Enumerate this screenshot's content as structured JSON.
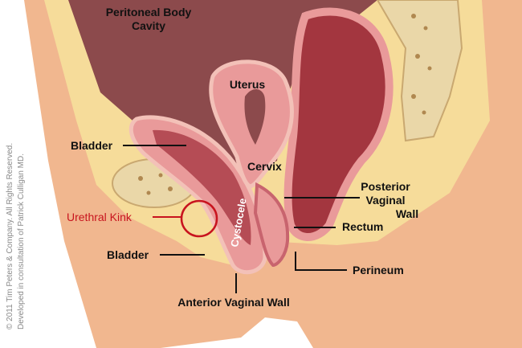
{
  "labels": {
    "peritoneal_line1": "Peritoneal Body",
    "peritoneal_line2": "Cavity",
    "uterus": "Uterus",
    "bladder_upper": "Bladder",
    "cervix": "Cervix",
    "posterior_line1": "Posterior",
    "posterior_line2": "Vaginal",
    "posterior_line3": "Wall",
    "urethral_kink": "Urethral Kink",
    "cystocele": "Cystocele",
    "rectum": "Rectum",
    "bladder_lower": "Bladder",
    "perineum": "Perineum",
    "anterior_vaginal_wall": "Anterior Vaginal Wall"
  },
  "credit": {
    "line1": "© 2011 Tim Peters & Company.  All Rights Reserved.",
    "line2": "Developed in consultation of Patrick Culligan MD."
  },
  "colors": {
    "skin": "#f1b78f",
    "fat": "#f6dc9a",
    "cavity": "#8c4a4c",
    "organ_pink": "#e99a9a",
    "organ_dark": "#a3363f",
    "bone": "#ead7a8",
    "highlight": "#c8141e"
  }
}
